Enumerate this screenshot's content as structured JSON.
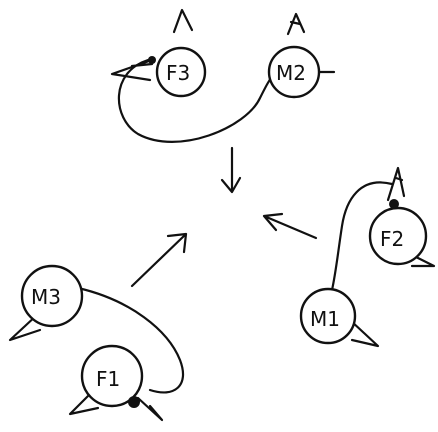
{
  "diagram": {
    "nodes": [
      {
        "id": "f3",
        "label": "F3"
      },
      {
        "id": "m2",
        "label": "M2"
      },
      {
        "id": "f2",
        "label": "F2"
      },
      {
        "id": "m1",
        "label": "M1"
      },
      {
        "id": "m3",
        "label": "M3"
      },
      {
        "id": "f1",
        "label": "F1"
      }
    ],
    "links": [
      {
        "from": "f3",
        "to": "m2"
      },
      {
        "from": "f2",
        "to": "m1"
      },
      {
        "from": "m3",
        "to": "f1"
      }
    ],
    "arrows_point_toward": "center",
    "style": {
      "ink": "#111111",
      "background": "#ffffff"
    }
  }
}
